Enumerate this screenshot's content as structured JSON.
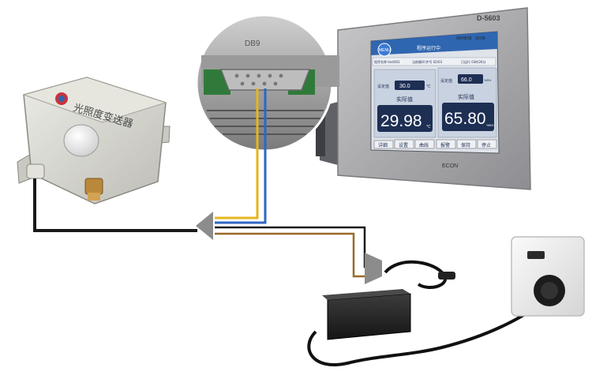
{
  "sensor": {
    "label": "光照度变送器"
  },
  "hmi": {
    "model": "D-5603",
    "brand": "ECON",
    "menu_badge": "MENU",
    "date": "09/09/18",
    "time": "20:05",
    "title": "程序运行中",
    "info_row": [
      "程序名称 test001",
      "当前循环/步号 02/03",
      "已运行 03时26分"
    ],
    "left_panel": {
      "setpoint_label": "设定值",
      "setpoint_value": "30.0",
      "setpoint_unit": "℃",
      "actual_label": "实际值",
      "actual_value": "29.98",
      "actual_unit": "℃"
    },
    "right_panel": {
      "setpoint_label": "设定值",
      "setpoint_value": "66.0",
      "setpoint_unit": "%RH",
      "actual_label": "实际值",
      "actual_value": "65.80",
      "actual_unit": "%RH"
    },
    "buttons": [
      "详细",
      "设置",
      "曲线",
      "报警",
      "保持",
      "停止"
    ]
  },
  "connector": {
    "label": "DB9"
  },
  "colors": {
    "sensor_body": "#d9d9d2",
    "hmi_bezel": "#a9a9ab",
    "hmi_screen": "#dfe3ea",
    "hmi_header": "#2f66b0",
    "display_box": "#1e2f54",
    "wire_yellow": "#e6b61c",
    "wire_blue": "#2f66c3",
    "wire_brown": "#9a6a28",
    "wire_black": "#1a1a1a",
    "arrow_grey": "#8c8c8c",
    "adapter": "#2a2a2a",
    "outlet": "#efefef"
  }
}
